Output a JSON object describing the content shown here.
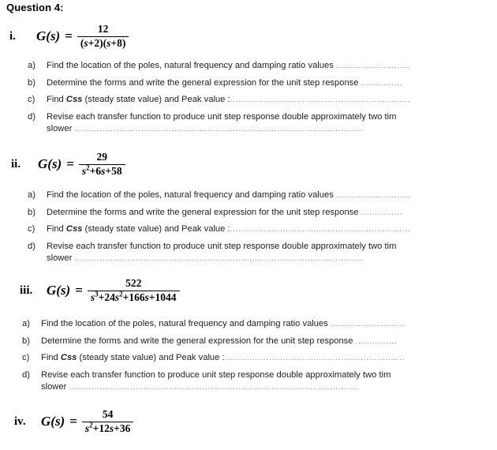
{
  "document": {
    "heading": "Question 4:"
  },
  "questions": [
    {
      "numeral": "i.",
      "lhs": "G(s)",
      "equals": "=",
      "numerator": "12",
      "denominator_text": "(s+2)(s+8)",
      "denominator_parts": [
        {
          "text": "(",
          "style": "plain"
        },
        {
          "text": "s",
          "style": "italic"
        },
        {
          "text": "+2)(",
          "style": "plain"
        },
        {
          "text": "s",
          "style": "italic"
        },
        {
          "text": "+8)",
          "style": "plain"
        }
      ]
    },
    {
      "numeral": "ii.",
      "lhs": "G(s)",
      "equals": "=",
      "numerator": "29",
      "denominator_text": "s²+6s+58",
      "denominator_parts": [
        {
          "text": "s",
          "style": "italic"
        },
        {
          "text": "2",
          "style": "sup"
        },
        {
          "text": "+6",
          "style": "plain"
        },
        {
          "text": "s",
          "style": "italic"
        },
        {
          "text": "+58",
          "style": "plain"
        }
      ]
    },
    {
      "numeral": "iii.",
      "lhs": "G(s)",
      "equals": "=",
      "numerator": "522",
      "denominator_text": "s³+24s²+166s+1044",
      "denominator_parts": [
        {
          "text": "s",
          "style": "italic"
        },
        {
          "text": "3",
          "style": "sup"
        },
        {
          "text": "+24",
          "style": "plain"
        },
        {
          "text": "s",
          "style": "italic"
        },
        {
          "text": "2",
          "style": "sup"
        },
        {
          "text": "+166",
          "style": "plain"
        },
        {
          "text": "s",
          "style": "italic"
        },
        {
          "text": "+1044",
          "style": "plain"
        }
      ]
    },
    {
      "numeral": "iv.",
      "lhs": "G(s)",
      "equals": "=",
      "numerator": "54",
      "denominator_text": "s²+12s+36",
      "denominator_parts": [
        {
          "text": "s",
          "style": "italic"
        },
        {
          "text": "2",
          "style": "sup"
        },
        {
          "text": "+12",
          "style": "plain"
        },
        {
          "text": "s",
          "style": "italic"
        },
        {
          "text": "+36",
          "style": "plain"
        }
      ]
    }
  ],
  "sub_items": {
    "a": {
      "marker": "a)",
      "text": "Find the location of the poles, natural frequency and damping ratio values ",
      "leader": "..........................."
    },
    "b": {
      "marker": "b)",
      "text": "Determine the forms and write the general expression for the unit step response ",
      "leader": "..............."
    },
    "c": {
      "marker": "c)",
      "text_before": "Find ",
      "emphasis": "Css",
      "text_after": " (steady state value) and Peak value :",
      "leader": "................................................................."
    },
    "d": {
      "marker": "d)",
      "line1": "Revise each transfer function to produce unit step response double approximately two tim",
      "line2": "slower ",
      "leader": "........................................................................................................"
    }
  }
}
